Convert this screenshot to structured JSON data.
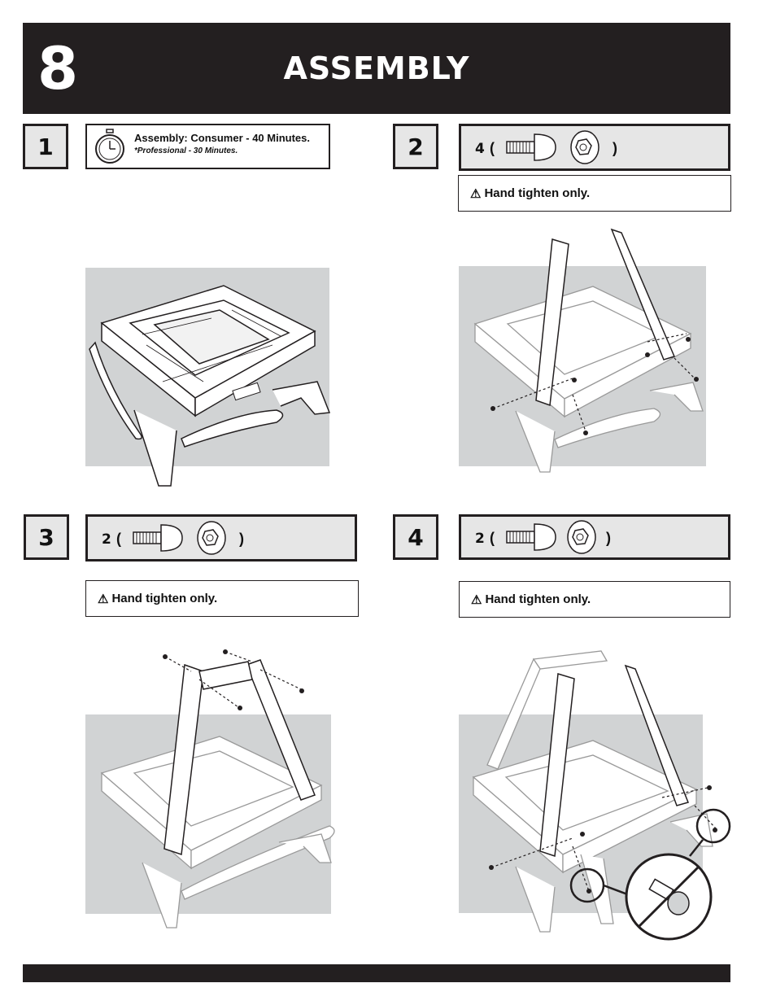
{
  "header": {
    "page_number": "8",
    "title": "ASSEMBLY"
  },
  "steps": [
    {
      "number": "1",
      "time_main": "Assembly: Consumer - 40 Minutes.",
      "time_sub": "*Professional - 30 Minutes."
    },
    {
      "number": "2",
      "count": "4",
      "paren_open": "(",
      "paren_close": ")",
      "warning": "Hand tighten only."
    },
    {
      "number": "3",
      "count": "2",
      "paren_open": "(",
      "paren_close": ")",
      "warning": "Hand tighten only."
    },
    {
      "number": "4",
      "count": "2",
      "paren_open": "(",
      "paren_close": ")",
      "warning": "Hand tighten only."
    }
  ],
  "icons": {
    "timer": "stopwatch-icon",
    "bolt": "bolt-icon",
    "nut": "knob-nut-icon",
    "warning": "warning-triangle-icon",
    "prohibited": "prohibited-icon"
  },
  "colors": {
    "dark": "#231f20",
    "panel": "#e6e6e6",
    "illustration_bg": "#d1d3d4"
  }
}
